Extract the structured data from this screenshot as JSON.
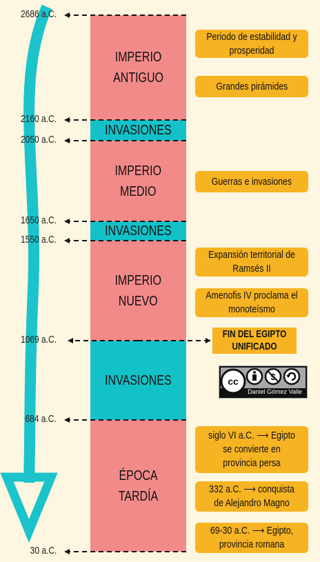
{
  "dates": {
    "d2686": "2686 a.C.",
    "d2160": "2160 a.C.",
    "d2050": "2050 a.C.",
    "d1650": "1650 a.C.",
    "d1550": "1550 a.C.",
    "d1069": "1069 a.C.",
    "d684": "684 a.C.",
    "d30": "30 a.C."
  },
  "periods": {
    "imperio_antiguo": "IMPERIO\nANTIGUO",
    "invasiones_1": "INVASIONES",
    "imperio_medio": "IMPERIO\nMEDIO",
    "invasiones_2": "INVASIONES",
    "imperio_nuevo": "IMPERIO\nNUEVO",
    "invasiones_3": "INVASIONES",
    "epoca_tardia": "ÉPOCA TARDÍA"
  },
  "notes": {
    "estabilidad": "Periodo de estabilidad y prosperidad",
    "piramides": "Grandes pirámides",
    "guerras": "Guerras e invasiones",
    "ramses": "Expansión territorial de Ramsés II",
    "amenofis": "Amenofis IV proclama el monoteísmo",
    "fin_egipto": "FIN DEL EGIPTO UNIFICADO",
    "siglo_vi": "siglo VI a.C. ⟶ Egipto se convierte en provincia persa",
    "alejandro": "332 a.C. ⟶ conquista de Alejandro Magno",
    "romana": "69-30 a.C. ⟶ Egipto, provincia romana"
  },
  "license": {
    "author": "Daniel Gómez Valle",
    "icons": [
      "cc-icon",
      "by-icon",
      "nc-icon",
      "sa-icon"
    ]
  },
  "colors": {
    "background": "#fdf6e0",
    "imperio": "#f38a8a",
    "invasiones": "#13c2c9",
    "note": "#f6b322",
    "arrow": "#1bc3ca"
  }
}
